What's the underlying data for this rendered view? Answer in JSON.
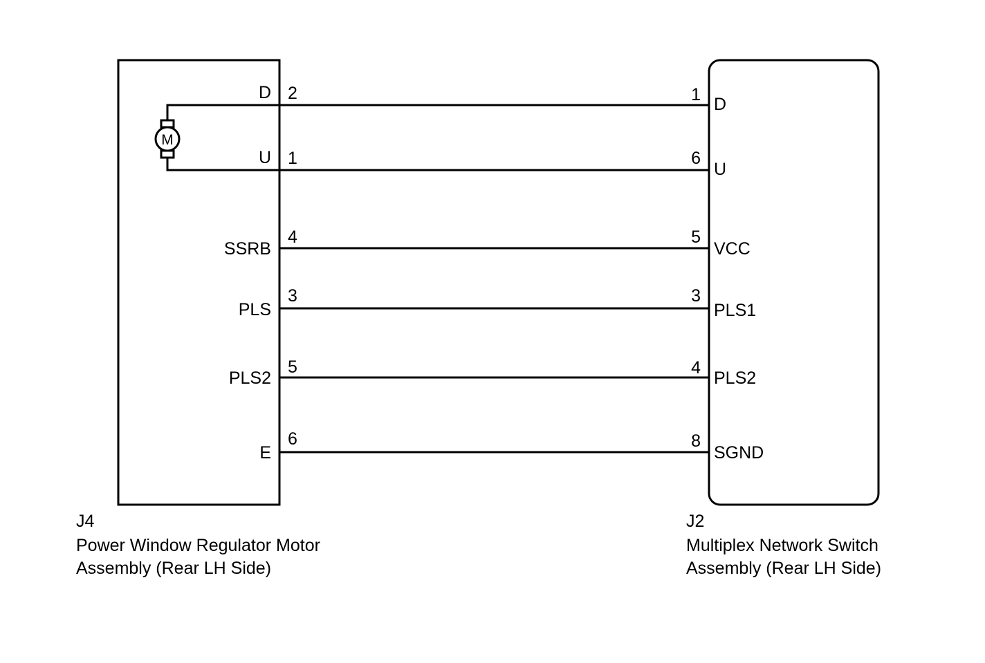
{
  "left_component": {
    "id": "J4",
    "name_line1": "Power Window Regulator Motor",
    "name_line2": "Assembly (Rear LH Side)",
    "motor_symbol": "M"
  },
  "right_component": {
    "id": "J2",
    "name_line1": "Multiplex Network Switch",
    "name_line2": "Assembly (Rear LH Side)"
  },
  "wires": [
    {
      "left_label": "D",
      "left_pin": "2",
      "right_pin": "1",
      "right_label": "D"
    },
    {
      "left_label": "U",
      "left_pin": "1",
      "right_pin": "6",
      "right_label": "U"
    },
    {
      "left_label": "SSRB",
      "left_pin": "4",
      "right_pin": "5",
      "right_label": "VCC"
    },
    {
      "left_label": "PLS",
      "left_pin": "3",
      "right_pin": "3",
      "right_label": "PLS1"
    },
    {
      "left_label": "PLS2",
      "left_pin": "5",
      "right_pin": "4",
      "right_label": "PLS2"
    },
    {
      "left_label": "E",
      "left_pin": "6",
      "right_pin": "8",
      "right_label": "SGND"
    }
  ]
}
